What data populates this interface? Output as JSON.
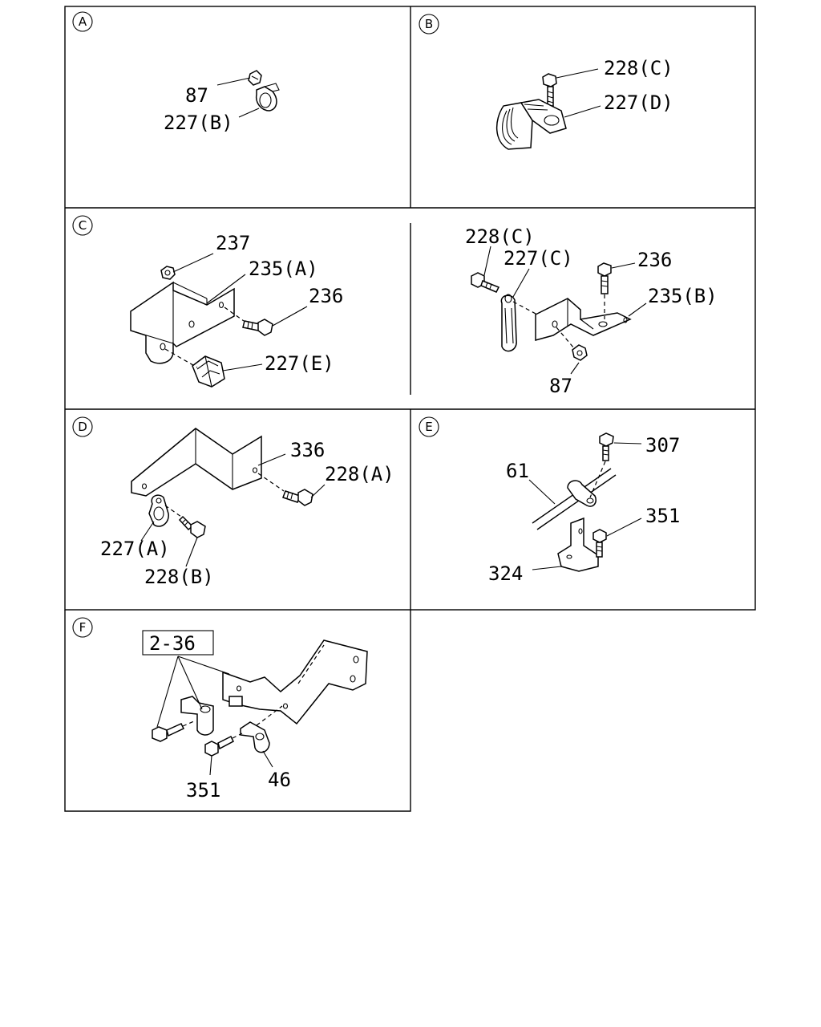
{
  "panels": {
    "a": {
      "letter": "A",
      "labels": [
        "87",
        "227(B)"
      ]
    },
    "b": {
      "letter": "B",
      "labels": [
        "228(C)",
        "227(D)"
      ]
    },
    "c": {
      "letter": "C",
      "labels": [
        "237",
        "235(A)",
        "236",
        "227(E)",
        "228(C)",
        "227(C)",
        "236",
        "235(B)",
        "87"
      ]
    },
    "d": {
      "letter": "D",
      "labels": [
        "336",
        "228(A)",
        "227(A)",
        "228(B)"
      ]
    },
    "e": {
      "letter": "E",
      "labels": [
        "307",
        "61",
        "351",
        "324"
      ]
    },
    "f": {
      "letter": "F",
      "ref_box": "2-36",
      "labels": [
        "351",
        "46"
      ]
    }
  }
}
